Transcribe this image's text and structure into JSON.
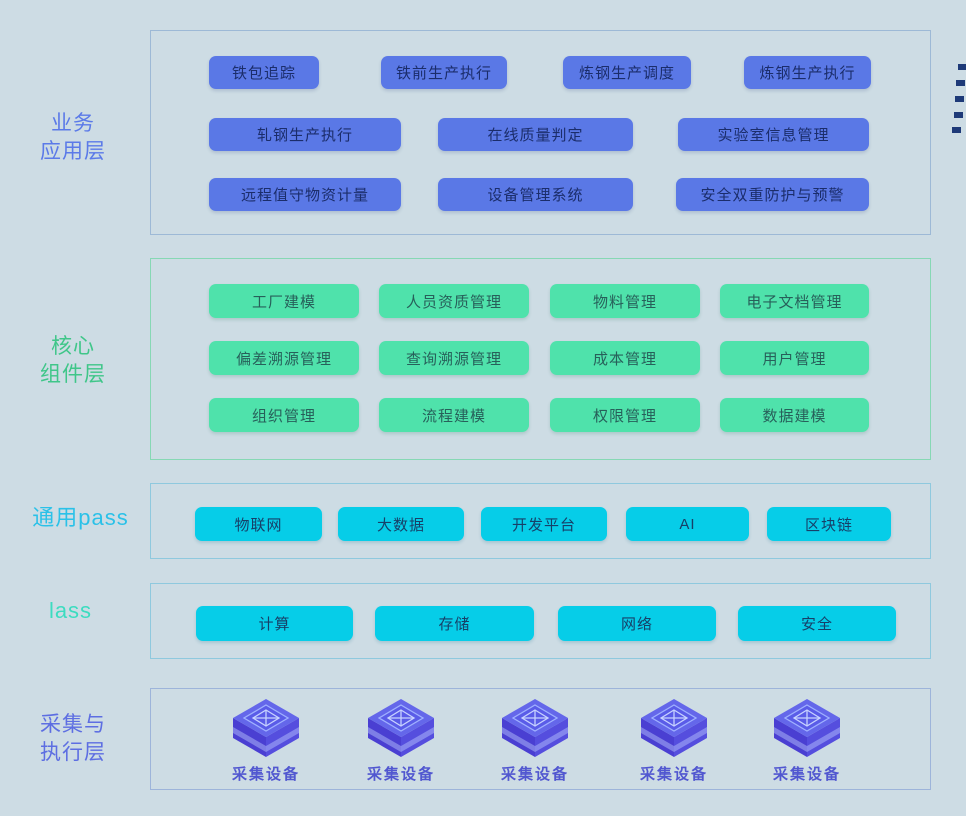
{
  "layers": {
    "business": {
      "label_lines": [
        "业务",
        "应用层"
      ],
      "accent_color": "#5a78e6",
      "label_color": "#5b7ae8",
      "buttons": [
        "铁包追踪",
        "铁前生产执行",
        "炼钢生产调度",
        "炼钢生产执行",
        "轧钢生产执行",
        "在线质量判定",
        "实验室信息管理",
        "远程值守物资计量",
        "设备管理系统",
        "安全双重防护与预警"
      ]
    },
    "core": {
      "label_lines": [
        "核心",
        "组件层"
      ],
      "accent_color": "#4fe2ab",
      "label_color": "#3fc689",
      "buttons": [
        "工厂建模",
        "人员资质管理",
        "物料管理",
        "电子文档管理",
        "偏差溯源管理",
        "查询溯源管理",
        "成本管理",
        "用户管理",
        "组织管理",
        "流程建模",
        "权限管理",
        "数据建模"
      ]
    },
    "paas": {
      "label": "通用pass",
      "accent_color": "#06cde8",
      "label_color": "#2ac1e8",
      "buttons": [
        "物联网",
        "大数据",
        "开发平台",
        "AI",
        "区块链"
      ]
    },
    "iaas": {
      "label": "lass",
      "accent_color": "#06cde8",
      "label_color": "#3cdcc0",
      "buttons": [
        "计算",
        "存储",
        "网络",
        "安全"
      ]
    },
    "collection": {
      "label_lines": [
        "采集与",
        "执行层"
      ],
      "label_color": "#5d6ee2",
      "device_color": "#5a52e2",
      "devices": [
        "采集设备",
        "采集设备",
        "采集设备",
        "采集设备",
        "采集设备"
      ]
    }
  }
}
